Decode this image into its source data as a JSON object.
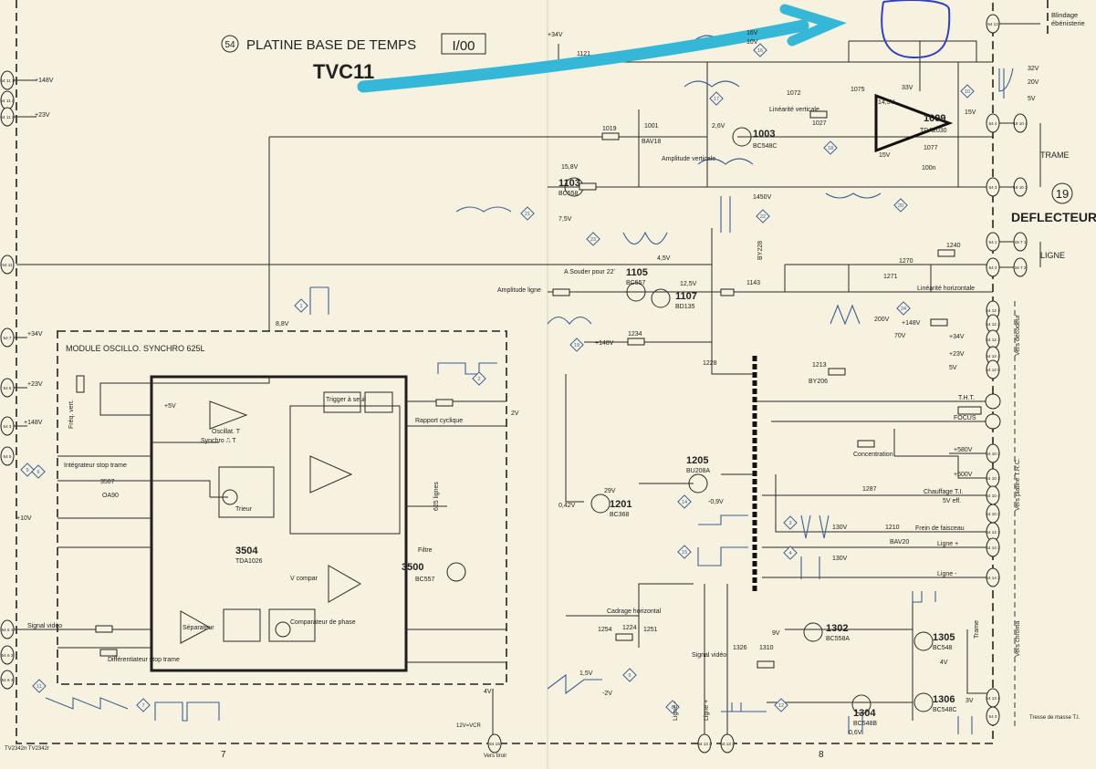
{
  "title": {
    "number": "54",
    "text": "PLATINE BASE DE TEMPS",
    "code": "I/00",
    "model": "TVC11"
  },
  "deflecteur": {
    "number": "19",
    "label": "DEFLECTEUR",
    "trame": "TRAME",
    "ligne": "LIGNE"
  },
  "blindage": "Blindage ébénisterie",
  "module": {
    "title": "MODULE  OSCILLO. SYNCHRO 625L",
    "ic": "3504",
    "ic_type": "TDA1026"
  },
  "groups": {
    "vers_decodeur": "Vers décodeur",
    "vers_platine": "Vers platine T.R.C.",
    "vers_chroma": "Vers chroma"
  },
  "footer": {
    "left": "TV2342n  TV2342r",
    "page_left": "7",
    "page_right": "8",
    "vers_tiroir": "Vers tiroir",
    "vcr": "12V=VCR",
    "tresse": "Tresse de masse T.I."
  },
  "labels": [
    "+148V",
    "+23V",
    "+34V",
    "+23V",
    "+148V",
    "+10V",
    "Signal vidéo",
    "Fréq. vert.",
    "Intégrateur stop trame",
    "Synchro ⎍ T",
    "Différentiateur stop trame",
    "+5V",
    "Oscillat. T",
    "Trigger à seuil",
    "Rapport cyclique",
    "625 lignes",
    "Filtre",
    "3500",
    "BC557",
    "V compar",
    "Séparateur",
    "Comparateur de phase",
    "Trieur",
    "2V",
    "4V",
    "8,8V",
    "1103",
    "BC558",
    "15,8V",
    "7,5V",
    "Amplitude ligne",
    "A Souder pour 22'",
    "1105",
    "BC557",
    "1107",
    "BD135",
    "12,5V",
    "4,5V",
    "+148V",
    "1003",
    "BC548C",
    "2,6V",
    "Linéarité verticale",
    "Amplitude verticale",
    "1001",
    "BAV18",
    "1009",
    "TDA2030",
    "33V",
    "14,5V",
    "15V",
    "15V",
    "1450V",
    "1143",
    "Linéarité horizontale",
    "1205",
    "BU208A",
    "1201",
    "BC368",
    "0,42V",
    "29V",
    "-0,9V",
    "T.H.T.",
    "FOCUS",
    "Concentration",
    "+580V",
    "+600V",
    "Chauffage T.I.",
    "5V eff.",
    "Frein de faisceau",
    "BAV20",
    "Ligne +",
    "Ligne -",
    "Cadrage horizontal",
    "1302",
    "BC558A",
    "1305",
    "BC548",
    "1304",
    "BC548B",
    "1306",
    "BC548C",
    "Signal vidéo",
    "9V",
    "3V",
    "0,6V",
    "4V",
    "+34V",
    "16V",
    "10V",
    "BY228",
    "200V",
    "70V",
    "130V",
    "130V",
    "Ligne -",
    "Ligne +",
    "1,5V",
    "-2V",
    "Trame",
    "+148V",
    "+34V",
    "+23V",
    "5V",
    "32V",
    "20V",
    "5V",
    "1121",
    "1019",
    "1072",
    "1027",
    "1075",
    "1077",
    "100n",
    "1240",
    "1270",
    "1271",
    "1234",
    "1213",
    "BY206",
    "1228",
    "1287",
    "1210",
    "1224",
    "1254",
    "1251",
    "1326",
    "1310",
    "3507",
    "OA90"
  ],
  "connectors": [
    "54 11 1",
    "54 11 2",
    "54 11 3",
    "54 11",
    "54 7",
    "54 5",
    "54 3",
    "54 5",
    "54 6 1",
    "54 6 2",
    "54 6 3",
    "54 13",
    "54 4",
    "54 3",
    "54 1",
    "54 2",
    "54 12 1",
    "54 12 2",
    "54 12 3",
    "54 12 4",
    "54 12 5",
    "54 10 2",
    "54 10 1",
    "54 10 4",
    "54 10 3",
    "54 14 1",
    "54 14 3",
    "54 14 2",
    "54 13 1",
    "54 3",
    "19 10 4",
    "19 10 3",
    "19 7 1",
    "19 7 2",
    "54 15",
    "54 13 2",
    "54 13 3"
  ],
  "test_points": [
    "1",
    "2",
    "3",
    "4",
    "5",
    "6",
    "7",
    "8",
    "9",
    "10",
    "11",
    "12",
    "14",
    "15",
    "16",
    "17",
    "18",
    "19",
    "20",
    "21",
    "22",
    "23",
    "24"
  ]
}
